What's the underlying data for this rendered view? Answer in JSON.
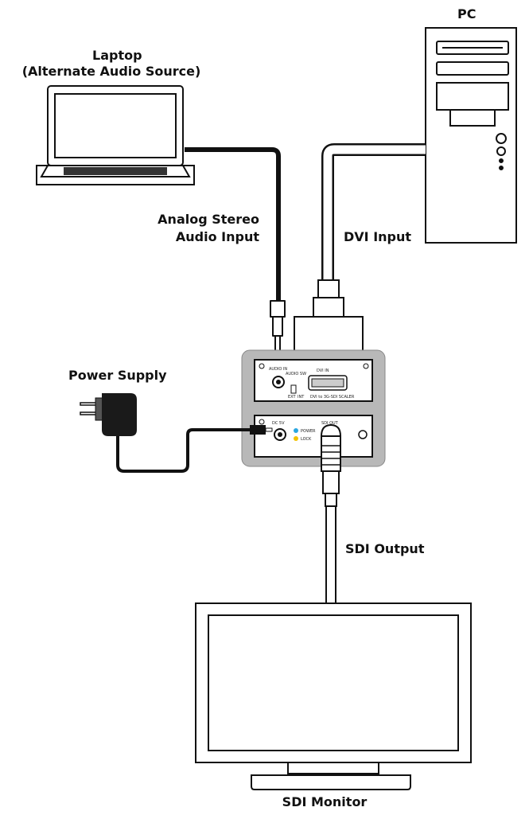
{
  "labels": {
    "pc": "PC",
    "laptop_line1": "Laptop",
    "laptop_line2": "(Alternate Audio Source)",
    "analog_line1": "Analog Stereo",
    "analog_line2": "Audio Input",
    "dvi_input": "DVI Input",
    "power_supply": "Power Supply",
    "sdi_output": "SDI Output",
    "sdi_monitor": "SDI Monitor"
  },
  "device_panel": {
    "audio_in": "AUDIO IN",
    "audio_sw": "AUDIO SW",
    "ext": "EXT",
    "int": "INT",
    "dvi_in": "DVI IN",
    "model": "DVI to 3G-SDI SCALER",
    "dc": "DC 5V",
    "power": "POWER",
    "lock": "LOCK",
    "sdi_out": "SDI OUT"
  },
  "colors": {
    "line": "#111111",
    "enclosure": "#b8b8b8",
    "power_led": "#2aa6e0",
    "lock_led": "#f2c200"
  }
}
